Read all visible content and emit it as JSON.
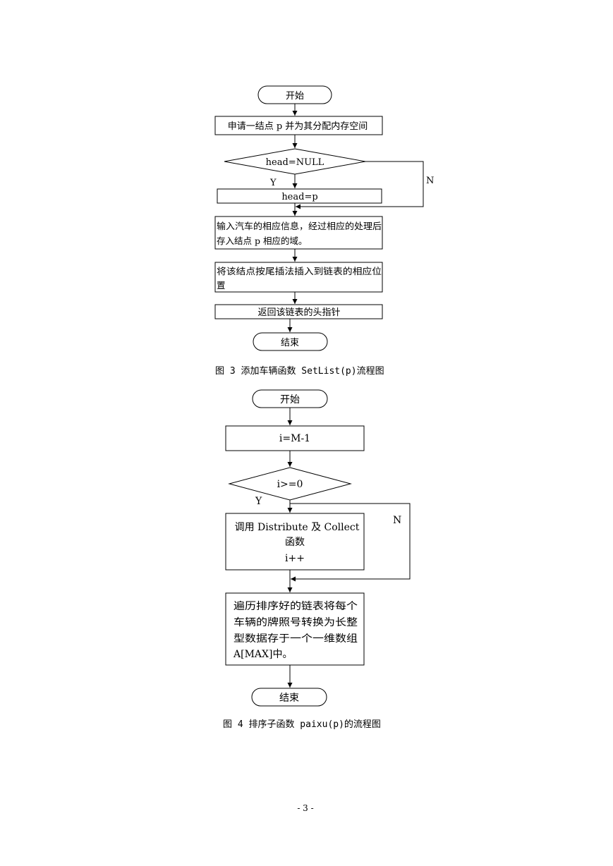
{
  "figure3": {
    "start": "开始",
    "step_alloc": "申请一结点 p 并为其分配内存空间",
    "decision": "head=NULL",
    "yes": "Y",
    "no": "N",
    "step_head": "head=p",
    "step_input_line1": "输入汽车的相应信息，经过相应的处理后",
    "step_input_line2": "存入结点 p 相应的域。",
    "step_insert_line1": "将该结点按尾插法插入到链表的相应位",
    "step_insert_line2": "置",
    "step_return": "返回该链表的头指针",
    "end": "结束",
    "caption": "图 3 添加车辆函数 SetList(p)流程图"
  },
  "figure4": {
    "start": "开始",
    "step_init": "i=M-1",
    "decision": "i>=0",
    "yes": "Y",
    "no": "N",
    "step_call_line1": "调用 Distribute 及 Collect",
    "step_call_line2": "函数",
    "step_call_line3": "i++",
    "step_traverse_line1": "遍历排序好的链表将每个",
    "step_traverse_line2": "车辆的牌照号转换为长整",
    "step_traverse_line3": "型数据存于一个一维数组",
    "step_traverse_line4": "A[MAX]中。",
    "end": "结束",
    "caption": "图 4 排序子函数 paixu(p)的流程图"
  },
  "page_number": "- 3 -"
}
